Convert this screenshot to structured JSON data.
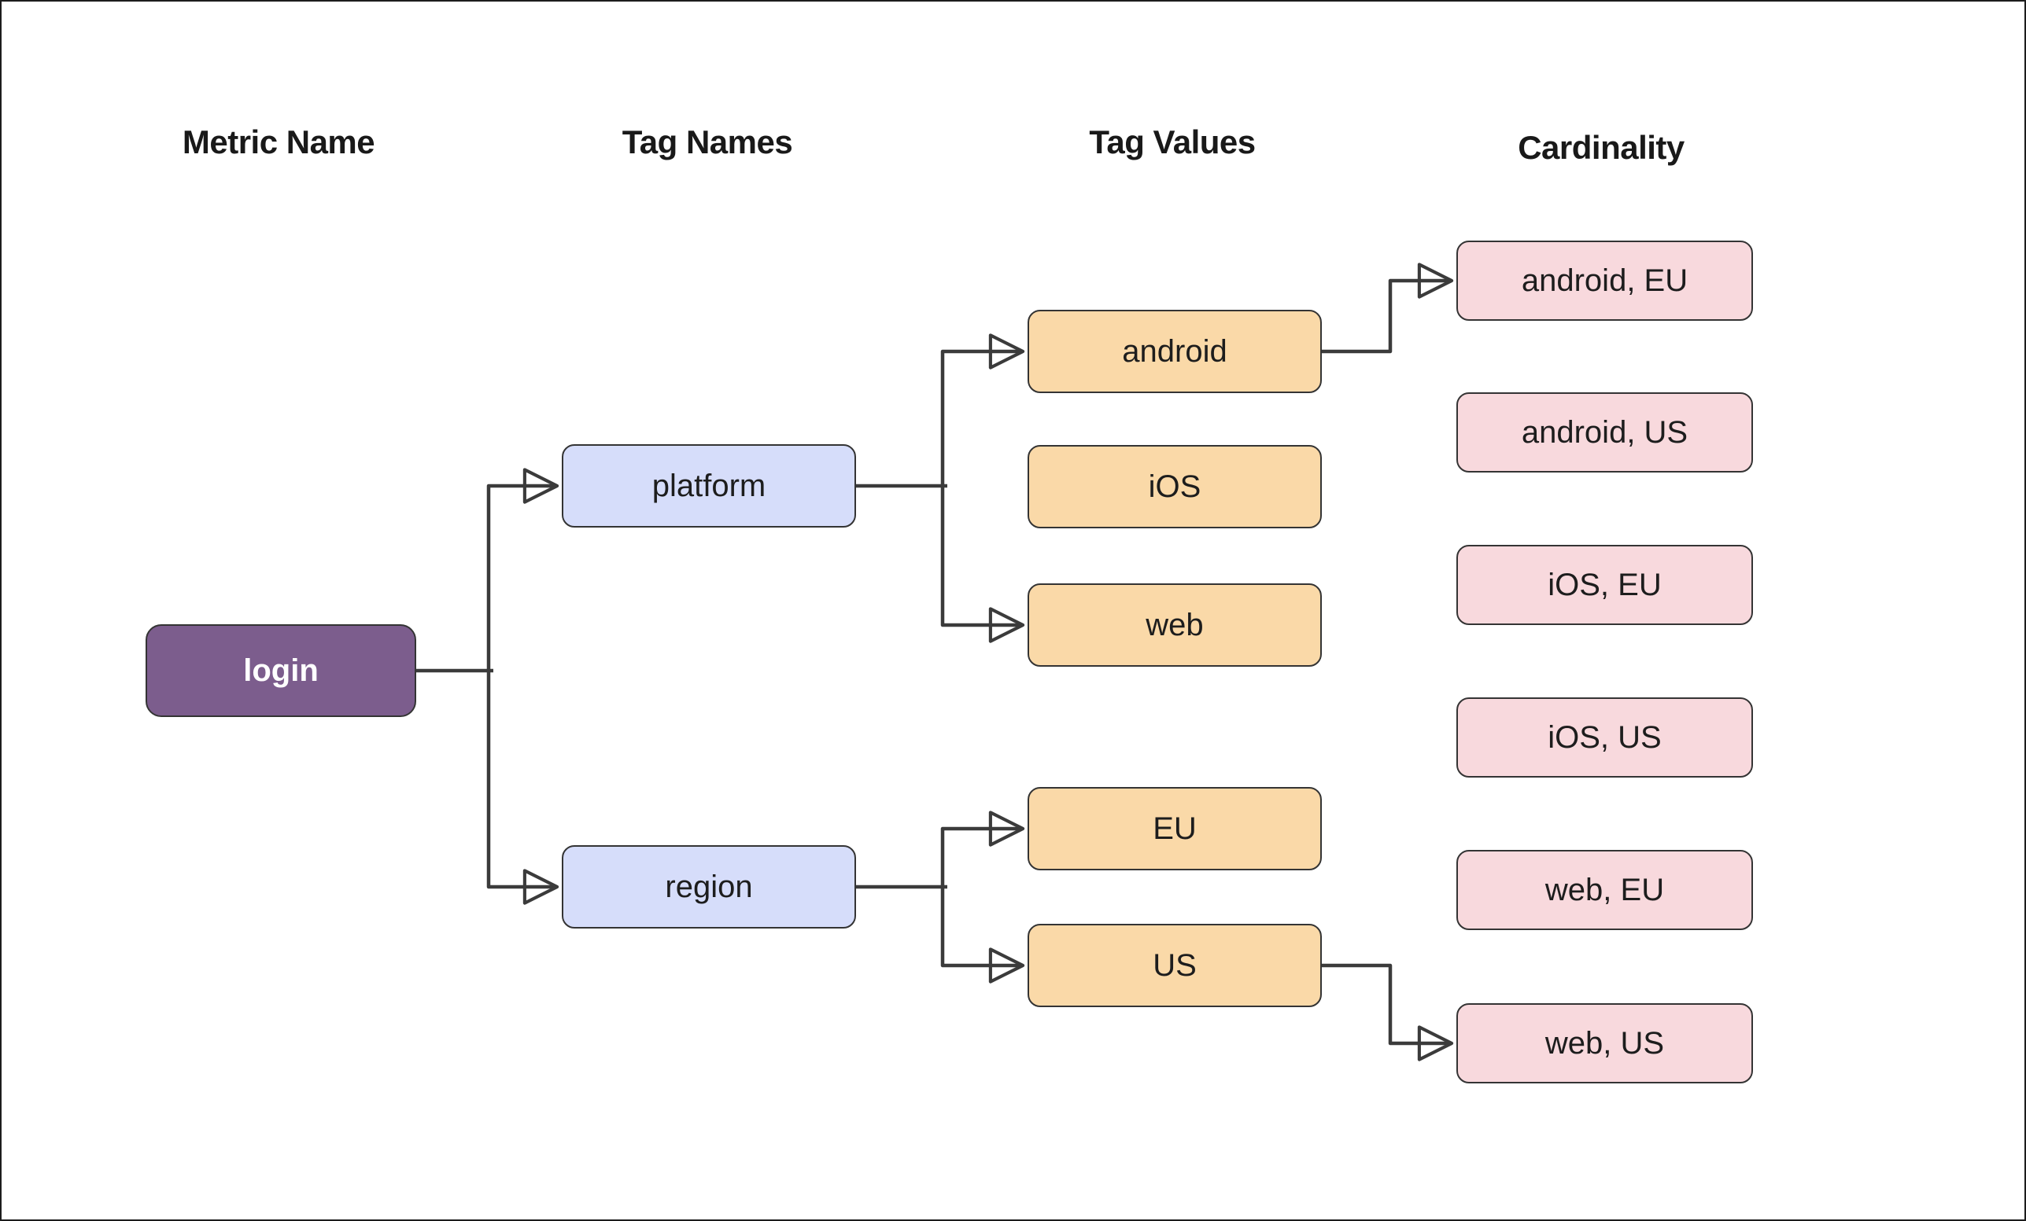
{
  "columns": [
    {
      "id": "metric-name",
      "label": "Metric Name"
    },
    {
      "id": "tag-names",
      "label": "Tag Names"
    },
    {
      "id": "tag-values",
      "label": "Tag Values"
    },
    {
      "id": "cardinality",
      "label": "Cardinality"
    }
  ],
  "nodes": {
    "metric": {
      "label": "login"
    },
    "tag_names": [
      {
        "label": "platform"
      },
      {
        "label": "region"
      }
    ],
    "tag_values": [
      {
        "label": "android"
      },
      {
        "label": "iOS"
      },
      {
        "label": "web"
      },
      {
        "label": "EU"
      },
      {
        "label": "US"
      }
    ],
    "cardinality_combinations": [
      {
        "label": "android, EU"
      },
      {
        "label": "android, US"
      },
      {
        "label": "iOS, EU"
      },
      {
        "label": "iOS, US"
      },
      {
        "label": "web, EU"
      },
      {
        "label": "web, US"
      }
    ]
  },
  "edges": [
    {
      "from": "login",
      "to": "platform",
      "arrow": true
    },
    {
      "from": "login",
      "to": "region",
      "arrow": true
    },
    {
      "from": "platform",
      "to": "android",
      "arrow": true
    },
    {
      "from": "platform",
      "to": "web",
      "arrow": true
    },
    {
      "from": "android",
      "to": "android, EU",
      "arrow": true
    },
    {
      "from": "region",
      "to": "EU",
      "arrow": true
    },
    {
      "from": "region",
      "to": "US",
      "arrow": true
    },
    {
      "from": "US",
      "to": "web, US",
      "arrow": true
    }
  ],
  "colors": {
    "background": "#ffffff",
    "header_text": "#191919",
    "connector": "#3b3b3b",
    "node_border": "#343434",
    "metric_fill": "#7c5d8d",
    "metric_text": "#ffffff",
    "tag_name_fill": "#d6ddfa",
    "tag_value_fill": "#fad9a8",
    "cardinality_fill": "#f8d9dd"
  }
}
